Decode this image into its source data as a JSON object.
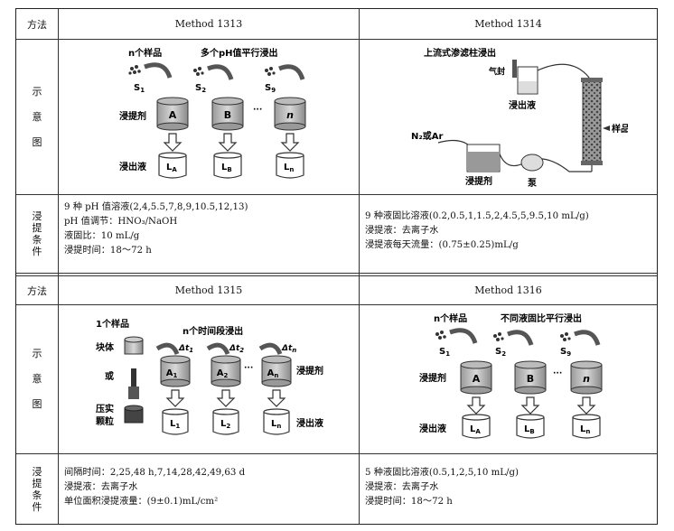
{
  "table": {
    "top": {
      "col_header": "方法",
      "method_a": "Method 1313",
      "method_b": "Method 1314",
      "diagram_label": [
        "示",
        "意",
        "图"
      ],
      "condition_label": [
        "浸",
        "提",
        "条",
        "件"
      ],
      "diagram_a": {
        "n_samples": "n个样品",
        "parallel": "多个pH值平行浸出",
        "s1": "S",
        "s1_sub": "1",
        "s2": "S",
        "s2_sub": "2",
        "s9": "S",
        "s9_sub": "9",
        "ellipsis": "···",
        "agent": "浸提剂",
        "tank_a": "A",
        "tank_b": "B",
        "tank_n": "n",
        "eluate": "浸出液",
        "la": "L",
        "la_sub": "A",
        "lb": "L",
        "lb_sub": "B",
        "ln": "L",
        "ln_sub": "n"
      },
      "diagram_b": {
        "title": "上流式渗滤柱浸出",
        "gas_seal": "气封",
        "eluate": "浸出液",
        "sample": "样品",
        "gas": "N₂或Ar",
        "agent": "浸提剂",
        "pump": "泵"
      },
      "cond_a": [
        "9 种 pH 值溶液(2,4,5.5,7,8,9,10.5,12,13)",
        "pH 值调节：HNO₃/NaOH",
        "液固比：10 mL/g",
        "浸提时间：18～72 h"
      ],
      "cond_b": [
        "9 种液固比溶液(0.2,0.5,1,1.5,2,4.5,5,9.5,10 mL/g)",
        "浸提液：去离子水",
        "浸提液每天流量：(0.75±0.25)mL/g"
      ]
    },
    "bottom": {
      "col_header": "方法",
      "method_a": "Method 1315",
      "method_b": "Method 1316",
      "diagram_label": [
        "示",
        "意",
        "图"
      ],
      "condition_label": [
        "浸",
        "提",
        "条",
        "件"
      ],
      "diagram_a": {
        "one_sample": "1个样品",
        "n_periods": "n个时间段浸出",
        "block": "块体",
        "or": "或",
        "compact": "压实",
        "granule": "颗粒",
        "dt1": "Δt",
        "dt1_sub": "1",
        "dt2": "Δt",
        "dt2_sub": "2",
        "dtn": "Δt",
        "dtn_sub": "n",
        "a1": "A",
        "a1_sub": "1",
        "a2": "A",
        "a2_sub": "2",
        "an": "A",
        "an_sub": "n",
        "ellipsis": "···",
        "agent": "浸提剂",
        "eluate": "浸出液",
        "l1": "L",
        "l1_sub": "1",
        "l2": "L",
        "l2_sub": "2",
        "ln": "L",
        "ln_sub": "n"
      },
      "diagram_b": {
        "n_samples": "n个样品",
        "parallel": "不同液固比平行浸出",
        "s1": "S",
        "s1_sub": "1",
        "s2": "S",
        "s2_sub": "2",
        "s9": "S",
        "s9_sub": "9",
        "ellipsis": "···",
        "agent": "浸提剂",
        "tank_a": "A",
        "tank_b": "B",
        "tank_n": "n",
        "eluate": "浸出液",
        "la": "L",
        "la_sub": "A",
        "lb": "L",
        "lb_sub": "B",
        "ln": "L",
        "ln_sub": "n"
      },
      "cond_a": [
        "间隔时间：2,25,48 h,7,14,28,42,49,63 d",
        "浸提液：去离子水",
        "单位面积浸提液量：(9±0.1)mL/cm²"
      ],
      "cond_b": [
        "5 种液固比溶液(0.5,1,2,5,10 mL/g)",
        "浸提液：去离子水",
        "浸提时间：18～72 h"
      ]
    }
  }
}
